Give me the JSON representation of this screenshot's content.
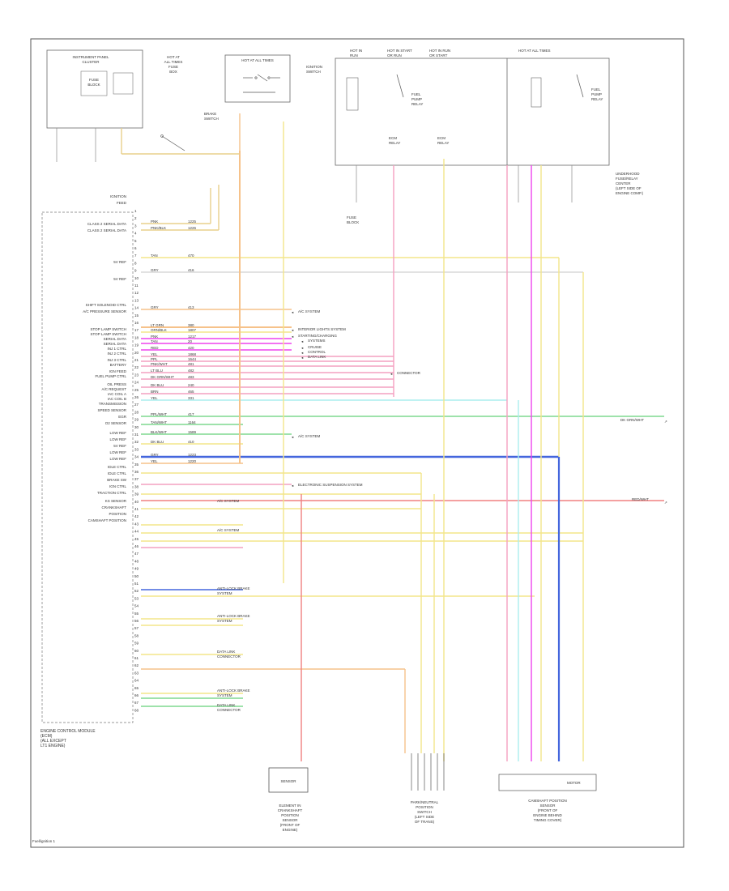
{
  "diagram": {
    "page_label": "Fuel/ignition 1",
    "module_label": [
      "ENGINE CONTROL MODULE",
      "(ECM)",
      "(ALL EXCEPT",
      "LT1 ENGINE)"
    ],
    "top_labels": {
      "instrument_cluster": [
        "INSTRUMENT PANEL",
        "CLUSTER",
        "FUSE",
        "BLOCK"
      ],
      "fuse_box": [
        "HOT AT",
        "ALL TIMES",
        "FUSE",
        "BOX"
      ],
      "ignition_switch": [
        "IGNITION",
        "SWITCH"
      ],
      "hot_in_run": [
        "HOT IN",
        "RUN"
      ],
      "hot_in_start": [
        "HOT IN START",
        "OR RUN"
      ],
      "hot_in_run2": [
        "HOT IN RUN",
        "OR START"
      ],
      "hot_at_all_times2": [
        "HOT AT ALL TIMES"
      ],
      "fuse_relay_center": [
        "UNDERHOOD",
        "FUSE/RELAY",
        "CENTER",
        "(LEFT SIDE OF",
        "ENGINE COMP.)"
      ],
      "fuse_block": [
        "FUSE",
        "BLOCK"
      ],
      "relay1": [
        "FUEL",
        "PUMP",
        "RELAY"
      ],
      "relay2": [
        "ECM",
        "RELAY"
      ],
      "relay3": [
        "ECM",
        "RELAY"
      ],
      "relay4": [
        "FUEL",
        "PUMP",
        "RELAY"
      ],
      "brake_switch": [
        "BRAKE",
        "SWITCH"
      ]
    },
    "pin_labels": [
      "IGNITION",
      "FEED",
      "CLASS 2 SERIAL DATA",
      "CLASS 2 SERIAL DATA",
      "5V REF",
      "5V REF",
      "SHIFT SOLENOID CTRL",
      "A/C PRESSURE SENSOR",
      "STOP LAMP SWITCH",
      "STOP LAMP SWITCH",
      "SERIAL DATA",
      "SERIAL DATA",
      "INJ 1 CTRL",
      "INJ 2 CTRL",
      "INJ 3 CTRL",
      "BATTERY",
      "IGN FEED",
      "FUEL PUMP CTRL",
      "OIL PRESS",
      "A/C REQUEST",
      "IAC COIL A",
      "IAC COIL B",
      "TRANSMISSION",
      "SPEED SENSOR",
      "EGR",
      "O2 SENSOR",
      "LOW REF",
      "LOW REF",
      "5V REF",
      "LOW REF",
      "LOW REF",
      "IDLE CTRL",
      "IDLE CTRL",
      "BRAKE SW",
      "IGN CTRL",
      "TRACTION CTRL",
      "KS SENSOR",
      "CRANKSHAFT",
      "POSITION",
      "CAMSHAFT POSITION"
    ],
    "wire_colors": [
      "PNK",
      "PNK/BLK",
      "TAN",
      "GRY",
      "GRY",
      "LT GRN",
      "ORN/BLK",
      "PNK",
      "TAN",
      "RED",
      "YEL",
      "PPL",
      "PNK/WHT",
      "LT BLU",
      "DK GRN/WHT",
      "DK BLU",
      "BRN",
      "YEL",
      "PPL/WHT",
      "TAN/WHT",
      "BLK/WHT",
      "DK BLU",
      "GRY",
      "YEL"
    ],
    "circuit_numbers": [
      "1225",
      "1226",
      "470",
      "416",
      "413",
      "380",
      "1807",
      "1217",
      "20",
      "420",
      "1868",
      "1644",
      "481",
      "482",
      "483",
      "240",
      "465",
      "331",
      "417",
      "1164",
      "1589",
      "410",
      "1223",
      "1220"
    ],
    "system_refs": [
      "A/C SYSTEM",
      "INTERIOR LIGHTS SYSTEM",
      "STARTING/CHARGING",
      "SYSTEMS",
      "CRUISE",
      "CONTROL",
      "DATA LINK",
      "CONNECTOR",
      "A/C SYSTEM",
      "ELECTRONIC SUSPENSION SYSTEM",
      "A/C SYSTEM",
      "A/C SYSTEM",
      "ANTI-LOCK BRAKE",
      "SYSTEM",
      "ANTI-LOCK BRAKE",
      "SYSTEM",
      "DATA LINK",
      "CONNECTOR",
      "ANTI-LOCK BRAKE",
      "SYSTEM",
      "DATA LINK",
      "CONNECTOR"
    ],
    "offpage_refs": [
      "DK GRN/WHT",
      "RED/WHT"
    ],
    "bottom_components": {
      "sensor1": [
        "ELEMENT IN",
        "CRANKSHAFT",
        "POSITION",
        "SENSOR",
        "(FRONT OF",
        "ENGINE)"
      ],
      "sensor2": [
        "PARK/NEUTRAL",
        "POSITION",
        "SWITCH",
        "(LEFT SIDE",
        "OF TRANS)"
      ],
      "sensor3": [
        "CAMSHAFT POSITION",
        "SENSOR",
        "(FRONT OF",
        "ENGINE BEHIND",
        "TIMING COVER)"
      ],
      "sensor1_box": "SENSOR",
      "connector_label": "MOTOR"
    },
    "colors": {
      "frame": "#555555",
      "yellow": "#f3e58a",
      "orange": "#f6c28a",
      "pink": "#f4a0c0",
      "magenta": "#ee44ee",
      "cyan": "#aaeeee",
      "green": "#7fd88f",
      "blue": "#4466dd",
      "red": "#f08080",
      "tan": "#e8d08c",
      "gray": "#8a8a8a"
    }
  }
}
